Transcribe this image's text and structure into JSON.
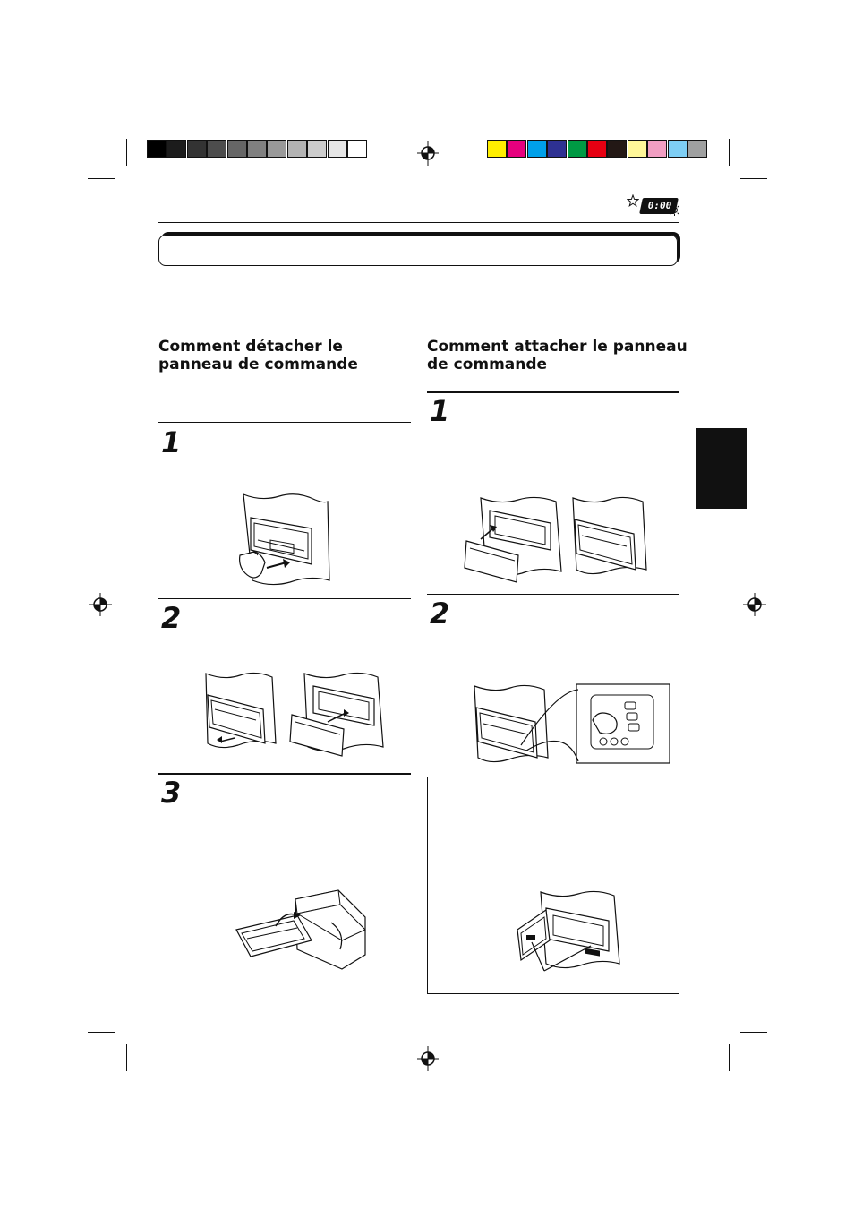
{
  "header": {
    "clock_display": "0:00",
    "icons": [
      "star-icon",
      "clock-display-icon",
      "sun-icon"
    ]
  },
  "color_bars": {
    "grayscale": [
      "#000000",
      "#1c1c1c",
      "#333333",
      "#4d4d4d",
      "#666666",
      "#808080",
      "#999999",
      "#b3b3b3",
      "#cccccc",
      "#e6e6e6",
      "#ffffff"
    ],
    "colors": [
      "#ffee00",
      "#e6007e",
      "#00a0e9",
      "#2e3192",
      "#009a44",
      "#e60012",
      "#231815",
      "#fff799",
      "#f19ec2",
      "#7ecef4",
      "#9fa0a0"
    ]
  },
  "left_column": {
    "heading_line1": "Comment détacher le",
    "heading_line2": "panneau de commande",
    "steps": [
      "1",
      "2",
      "3"
    ]
  },
  "right_column": {
    "heading_line1": "Comment attacher le panneau",
    "heading_line2": "de commande",
    "steps": [
      "1",
      "2"
    ]
  }
}
